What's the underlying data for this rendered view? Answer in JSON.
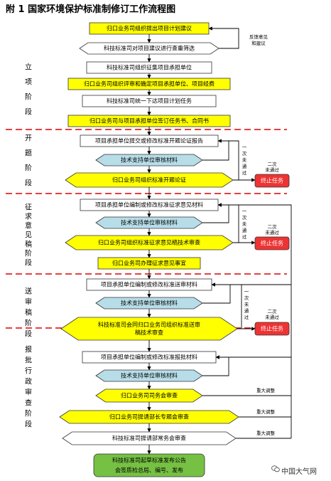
{
  "title": "附 1 国家环境保护标准制修订工作流程图",
  "watermark": "中国大气网",
  "stages": {
    "lixiang": [
      "立",
      "项",
      "阶",
      "段"
    ],
    "kaiti": [
      "开",
      "题",
      "阶",
      "段"
    ],
    "zhengqiu": [
      "征",
      "求",
      "意",
      "见",
      "稿",
      "阶",
      "段"
    ],
    "songshen": [
      "送",
      "审",
      "稿",
      "阶",
      "段"
    ],
    "baopi": [
      "报",
      "批",
      "行",
      "政",
      "审",
      "查",
      "阶",
      "段"
    ]
  },
  "steps": {
    "s1": "归口业务司组织提出项目计划建议",
    "s2": "科技标准司对项目建议进行查重筛选",
    "s3": "科技标准司组织征集项目承担单位",
    "s4": "归口业务司组织评审和确定项目承担单位、项目经费",
    "s5": "科技标准司统一下达项目计划任务",
    "s6": "归口业务司与项目承担单位签订任务书、合同书",
    "k1": "项目承担单位提交或修改标准开题论证报告",
    "k2": "技术支持单位审核材料",
    "k3": "归口业务司组织标准开题论证",
    "z1": "项目承担单位编制或修改标准征求意见材料",
    "z2": "技术支持单位审核材料",
    "z3": "归口业务司组织标准征求意见稿技术审查",
    "z4": "归口业务司办理征求意见事宜",
    "d1": "项目承担单位编制或修改标准送审材料",
    "d2": "技术支持单位审核材料",
    "d3a": "科技标准司会同归口业务司组织标准送审",
    "d3b": "稿技术审查",
    "b1": "项目承担单位编制或修改标准报批材料",
    "b2": "技术支持单位审核材料",
    "b3": "归口业务司司务会审查",
    "b4": "归口业务司提请部长专题会审查",
    "b5": "科技标准司提请部常务会审查",
    "b6a": "科技标准司起草标准发布公告",
    "b6b": "会签质检总局、编号、发布"
  },
  "terminate": "终止任务",
  "feedback": [
    "反馈意见",
    "和建议"
  ],
  "first_fail": [
    "一",
    "次",
    "未",
    "通",
    "过"
  ],
  "second_fail": [
    "二次",
    "未通过"
  ],
  "major_adjust": "重大调整",
  "colors": {
    "yellow": "#ffff00",
    "blue": "#b7dde8",
    "red_box": "#ee3333",
    "green": "#76c043",
    "stage_divider": "#dd0000"
  }
}
